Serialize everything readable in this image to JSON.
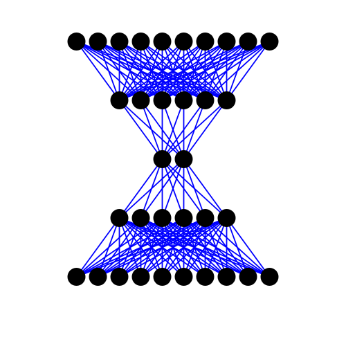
{
  "diagram": {
    "type": "layered-graph",
    "layers": [
      {
        "node_count": 10
      },
      {
        "node_count": 6
      },
      {
        "node_count": 2
      },
      {
        "node_count": 6
      },
      {
        "node_count": 10
      }
    ],
    "connectivity": "fully-connected-between-adjacent-layers",
    "colors": {
      "background": "#ffffff",
      "edge": "#0000ff",
      "node": "#000000"
    }
  }
}
